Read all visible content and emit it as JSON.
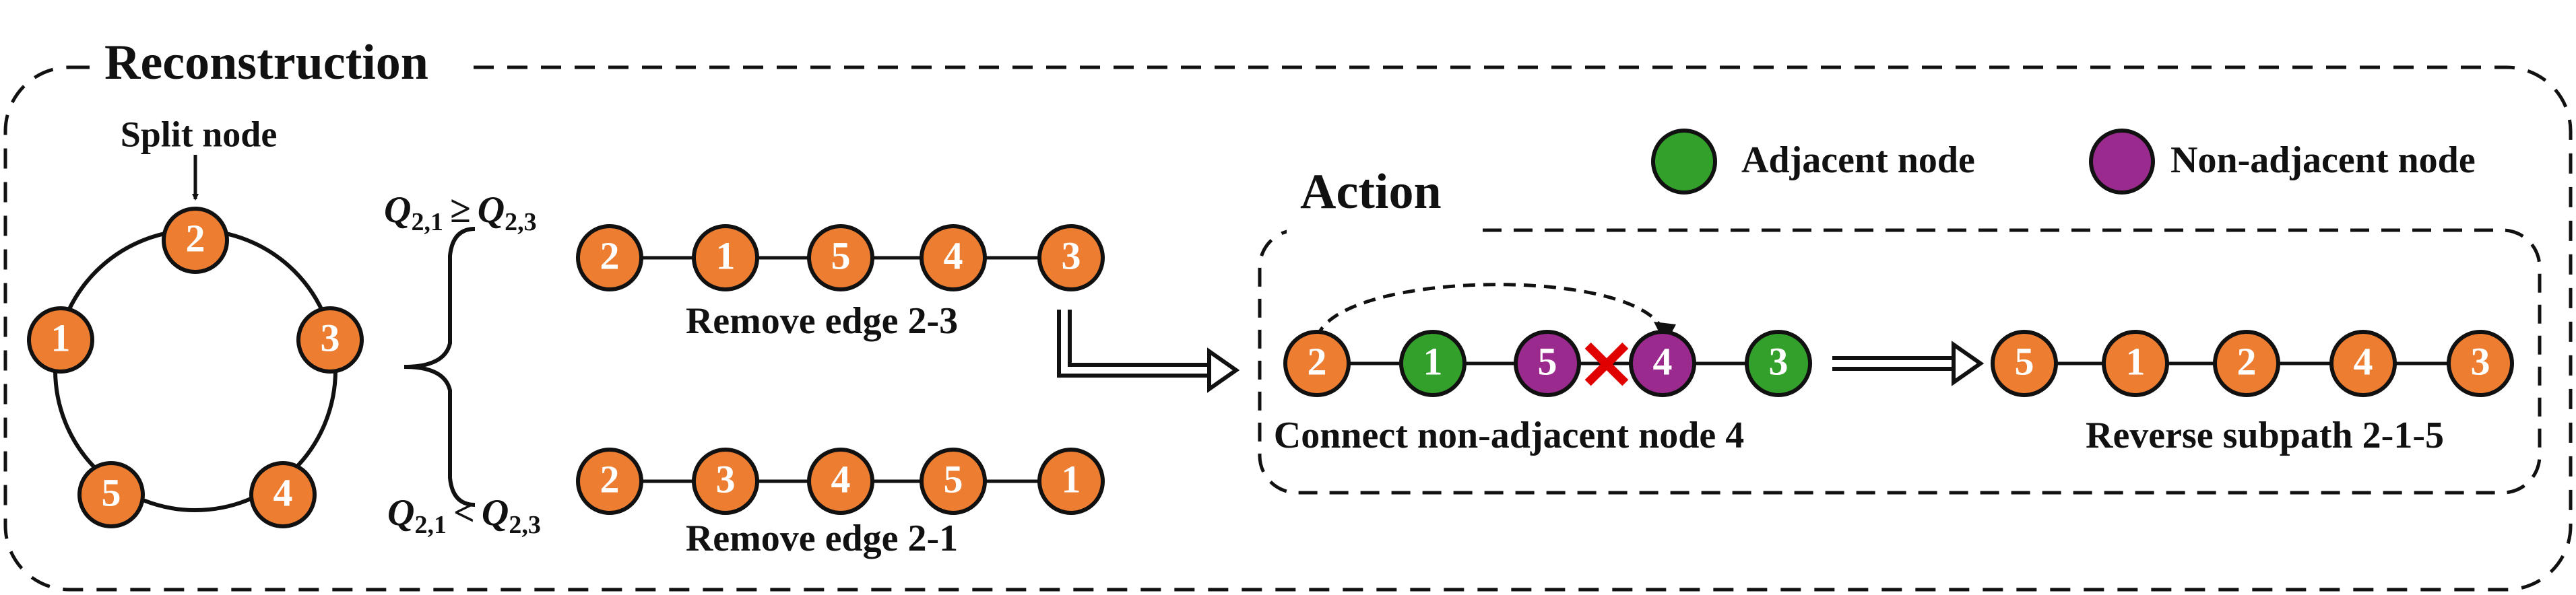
{
  "title": "Reconstruction",
  "split_node_label": "Split node",
  "action_label": "Action",
  "legend": {
    "adjacent_label": "Adjacent node",
    "non_adjacent_label": "Non-adjacent node"
  },
  "conditions": {
    "upper": {
      "q": "Q",
      "sub_a": "2,1",
      "op": "≥",
      "sub_b": "2,3"
    },
    "lower": {
      "q": "Q",
      "sub_a": "2,1",
      "op": "<",
      "sub_b": "2,3"
    }
  },
  "cycle_nodes": [
    "2",
    "3",
    "4",
    "5",
    "1"
  ],
  "path_upper": {
    "nodes": [
      "2",
      "1",
      "5",
      "4",
      "3"
    ],
    "caption": "Remove edge 2-3"
  },
  "path_lower": {
    "nodes": [
      "2",
      "3",
      "4",
      "5",
      "1"
    ],
    "caption": "Remove edge 2-1"
  },
  "action_path": {
    "nodes": [
      "2",
      "1",
      "5",
      "4",
      "3"
    ],
    "types": [
      "default",
      "adjacent",
      "non-adjacent",
      "non-adjacent",
      "adjacent"
    ],
    "caption": "Connect non-adjacent node 4",
    "cut_mark": "×"
  },
  "result_path": {
    "nodes": [
      "5",
      "1",
      "2",
      "4",
      "3"
    ],
    "caption": "Reverse subpath 2-1-5"
  },
  "colors": {
    "default": "#ED7D31",
    "adjacent": "#33A02C",
    "non_adjacent": "#9B2A8E",
    "cut_mark": "#E00000",
    "stroke": "#111111"
  }
}
